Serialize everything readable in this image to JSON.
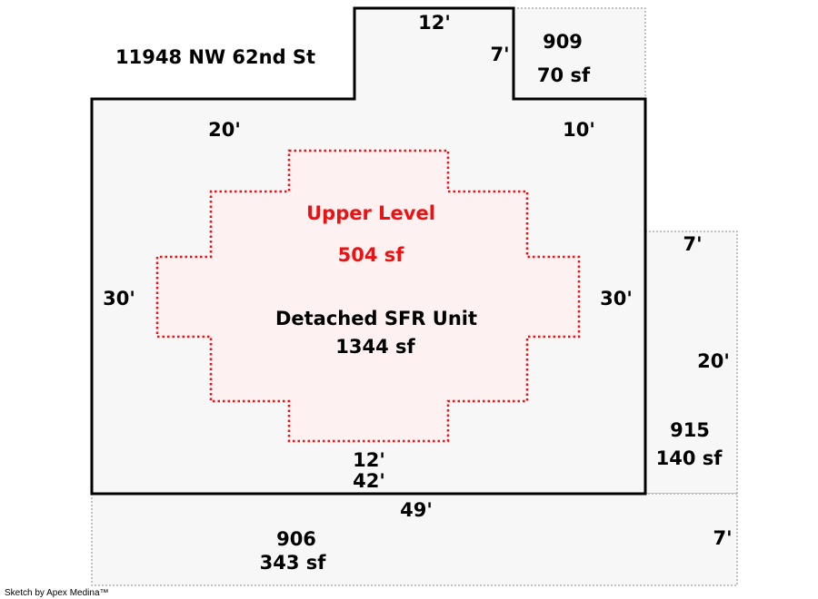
{
  "address": "11948 NW 62nd St",
  "colors": {
    "outline": "#000000",
    "upper_level": "#ee1111",
    "upper_fill": "#fdf1f1",
    "fill": "#f7f7f7",
    "annex_border": "#888888"
  },
  "main_unit": {
    "name": "Detached SFR Unit",
    "area": "1344 sf",
    "dims": {
      "top_left": "20'",
      "top_right": "10'",
      "left": "30'",
      "right": "30'",
      "bottom": "42'",
      "bump_top": "12'",
      "bump_side": "7'"
    }
  },
  "upper_level": {
    "name": "Upper Level",
    "area": "504 sf",
    "dim_bottom": "12'"
  },
  "annexes": [
    {
      "id": "909",
      "area": "70 sf"
    },
    {
      "id": "915",
      "area": "140 sf",
      "dim_top": "7'",
      "dim_side": "20'"
    },
    {
      "id": "906",
      "area": "343 sf",
      "dim_top": "49'",
      "dim_side": "7'"
    }
  ],
  "credit": "Sketch by Apex Medina™"
}
